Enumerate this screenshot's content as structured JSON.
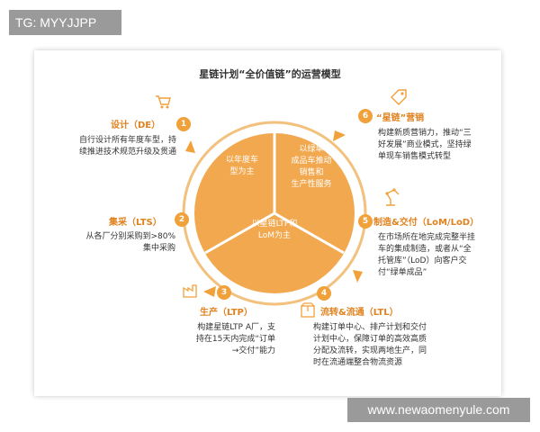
{
  "tag": "TG: MYYJJPP",
  "watermark": "www.newaomenyule.com",
  "diagram": {
    "title": "星链计划“全价值链”的运营模型",
    "center": {
      "left_segment": "以年度车\n型为主",
      "right_segment": "以绿单\n成品车推动\n销售和\n生产性服务",
      "bottom_segment": "以星链LTP和\nLoM为主"
    },
    "steps": [
      {
        "num": "1",
        "title": "设计（DE）",
        "icon": "cart-icon",
        "desc": "自行设计所有年度车型，持\n续推进技术规范升级及贯通"
      },
      {
        "num": "2",
        "title": "集采（LTS）",
        "icon": "none",
        "desc": "从各厂分别采购到>80%\n集中采购"
      },
      {
        "num": "3",
        "title": "生产（LTP）",
        "icon": "factory-icon",
        "desc": "构建星链LTP A厂，支\n持在15天内完成“订单\n→交付”能力"
      },
      {
        "num": "4",
        "title": "流转&流通（LTL）",
        "icon": "package-icon",
        "desc": "构建订单中心、排产计划和交付\n计划中心，保障订单的高效高质\n分配及流转，实现两地生产，同\n时在流通端整合物流资源"
      },
      {
        "num": "5",
        "title": "制造&交付（LoM/LoD）",
        "icon": "robot-arm-icon",
        "desc": "在市场所在地完成完整半挂\n车的集成制造，或者从“全\n托管库”（LoD）向客户交\n付“绿单成品”"
      },
      {
        "num": "6",
        "title": "“星链”营销",
        "icon": "price-tag-icon",
        "desc": "构建新质营销力，推动“三\n好发展”商业模式，坚持绿\n单现车销售模式转型"
      }
    ]
  },
  "colors": {
    "accent": "#f0a13a",
    "pie": "#f2a84e",
    "title_text": "#e0821e"
  }
}
